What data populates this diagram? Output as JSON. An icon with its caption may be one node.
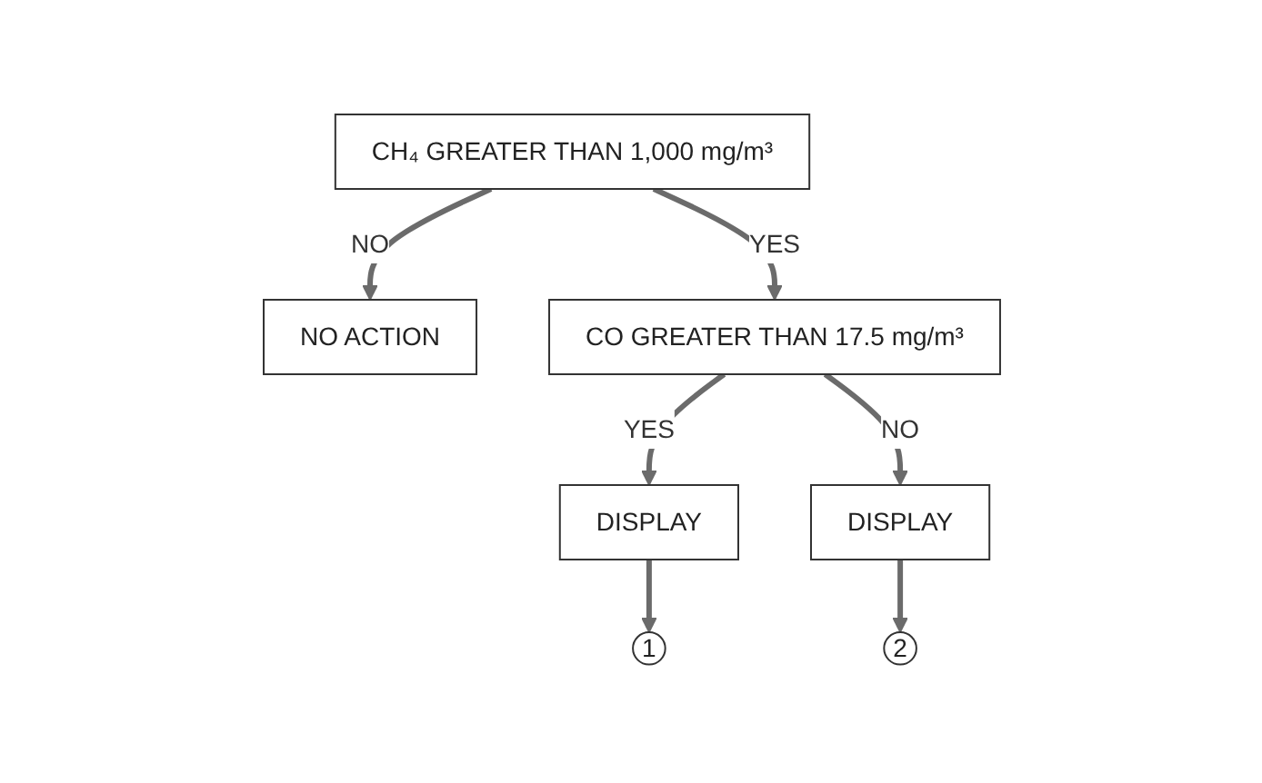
{
  "diagram": {
    "nodes": [
      {
        "text": [
          "CH₄ GREATER THAN 1,000 mg/m³"
        ]
      },
      {
        "text": [
          "NO ACTION"
        ]
      },
      {
        "text": [
          "CO GREATER THAN 17.5 mg/m³"
        ]
      },
      {
        "text": [
          "DISPLAY"
        ]
      },
      {
        "text": [
          "DISPLAY"
        ]
      },
      {
        "text": [
          "1"
        ]
      },
      {
        "text": [
          "2"
        ]
      }
    ],
    "edges": [
      {
        "from": 0,
        "to": 1,
        "arrow": "to",
        "label": "NO"
      },
      {
        "from": 0,
        "to": 2,
        "arrow": "to",
        "label": "YES"
      },
      {
        "from": 2,
        "to": 3,
        "arrow": "to",
        "label": "YES"
      },
      {
        "from": 2,
        "to": 4,
        "arrow": "to",
        "label": "NO"
      },
      {
        "from": 3,
        "to": 5,
        "arrow": "to"
      },
      {
        "from": 4,
        "to": 6,
        "arrow": "to"
      }
    ]
  }
}
